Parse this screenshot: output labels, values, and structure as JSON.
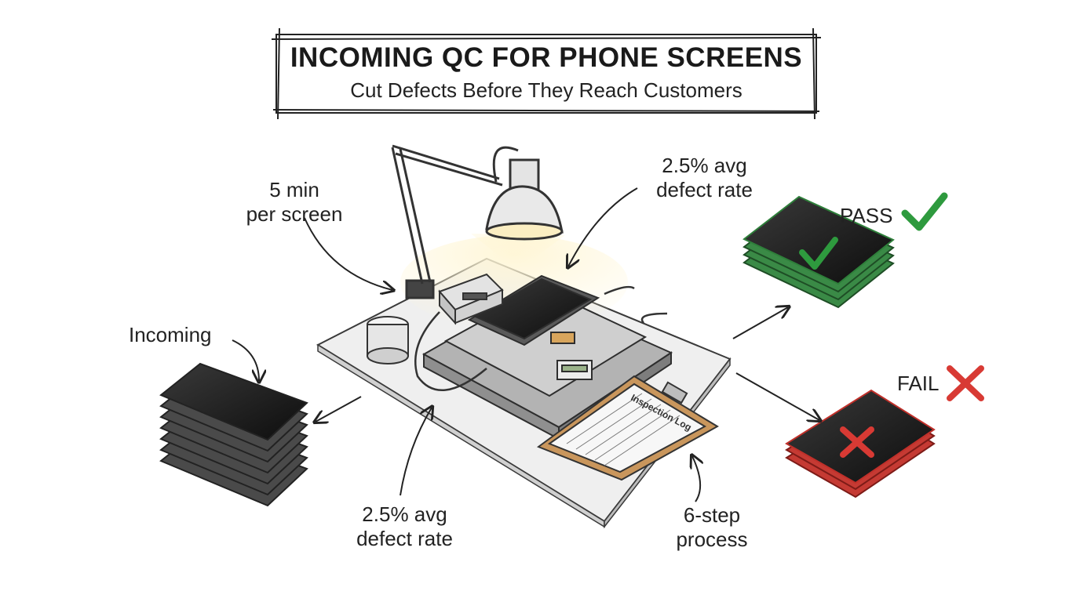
{
  "header": {
    "title": "INCOMING QC FOR PHONE SCREENS",
    "subtitle": "Cut Defects Before They Reach Customers"
  },
  "callouts": {
    "time_per_screen": [
      "5 min",
      "per screen"
    ],
    "defect_rate_top": [
      "2.5% avg",
      "defect rate"
    ],
    "defect_rate_bottom": [
      "2.5% avg",
      "defect rate"
    ],
    "process_steps": [
      "6-step",
      "process"
    ],
    "incoming": "Incoming"
  },
  "outcomes": {
    "pass_label": "PASS",
    "fail_label": "FAIL",
    "pass_icon": "check-icon",
    "fail_icon": "cross-icon"
  },
  "clipboard": {
    "title": "Inspection Log"
  },
  "colors": {
    "pass": "#2e9a3e",
    "fail": "#d83a34",
    "lamp_glow": "#fff1c4",
    "ink": "#2a2a2a"
  }
}
